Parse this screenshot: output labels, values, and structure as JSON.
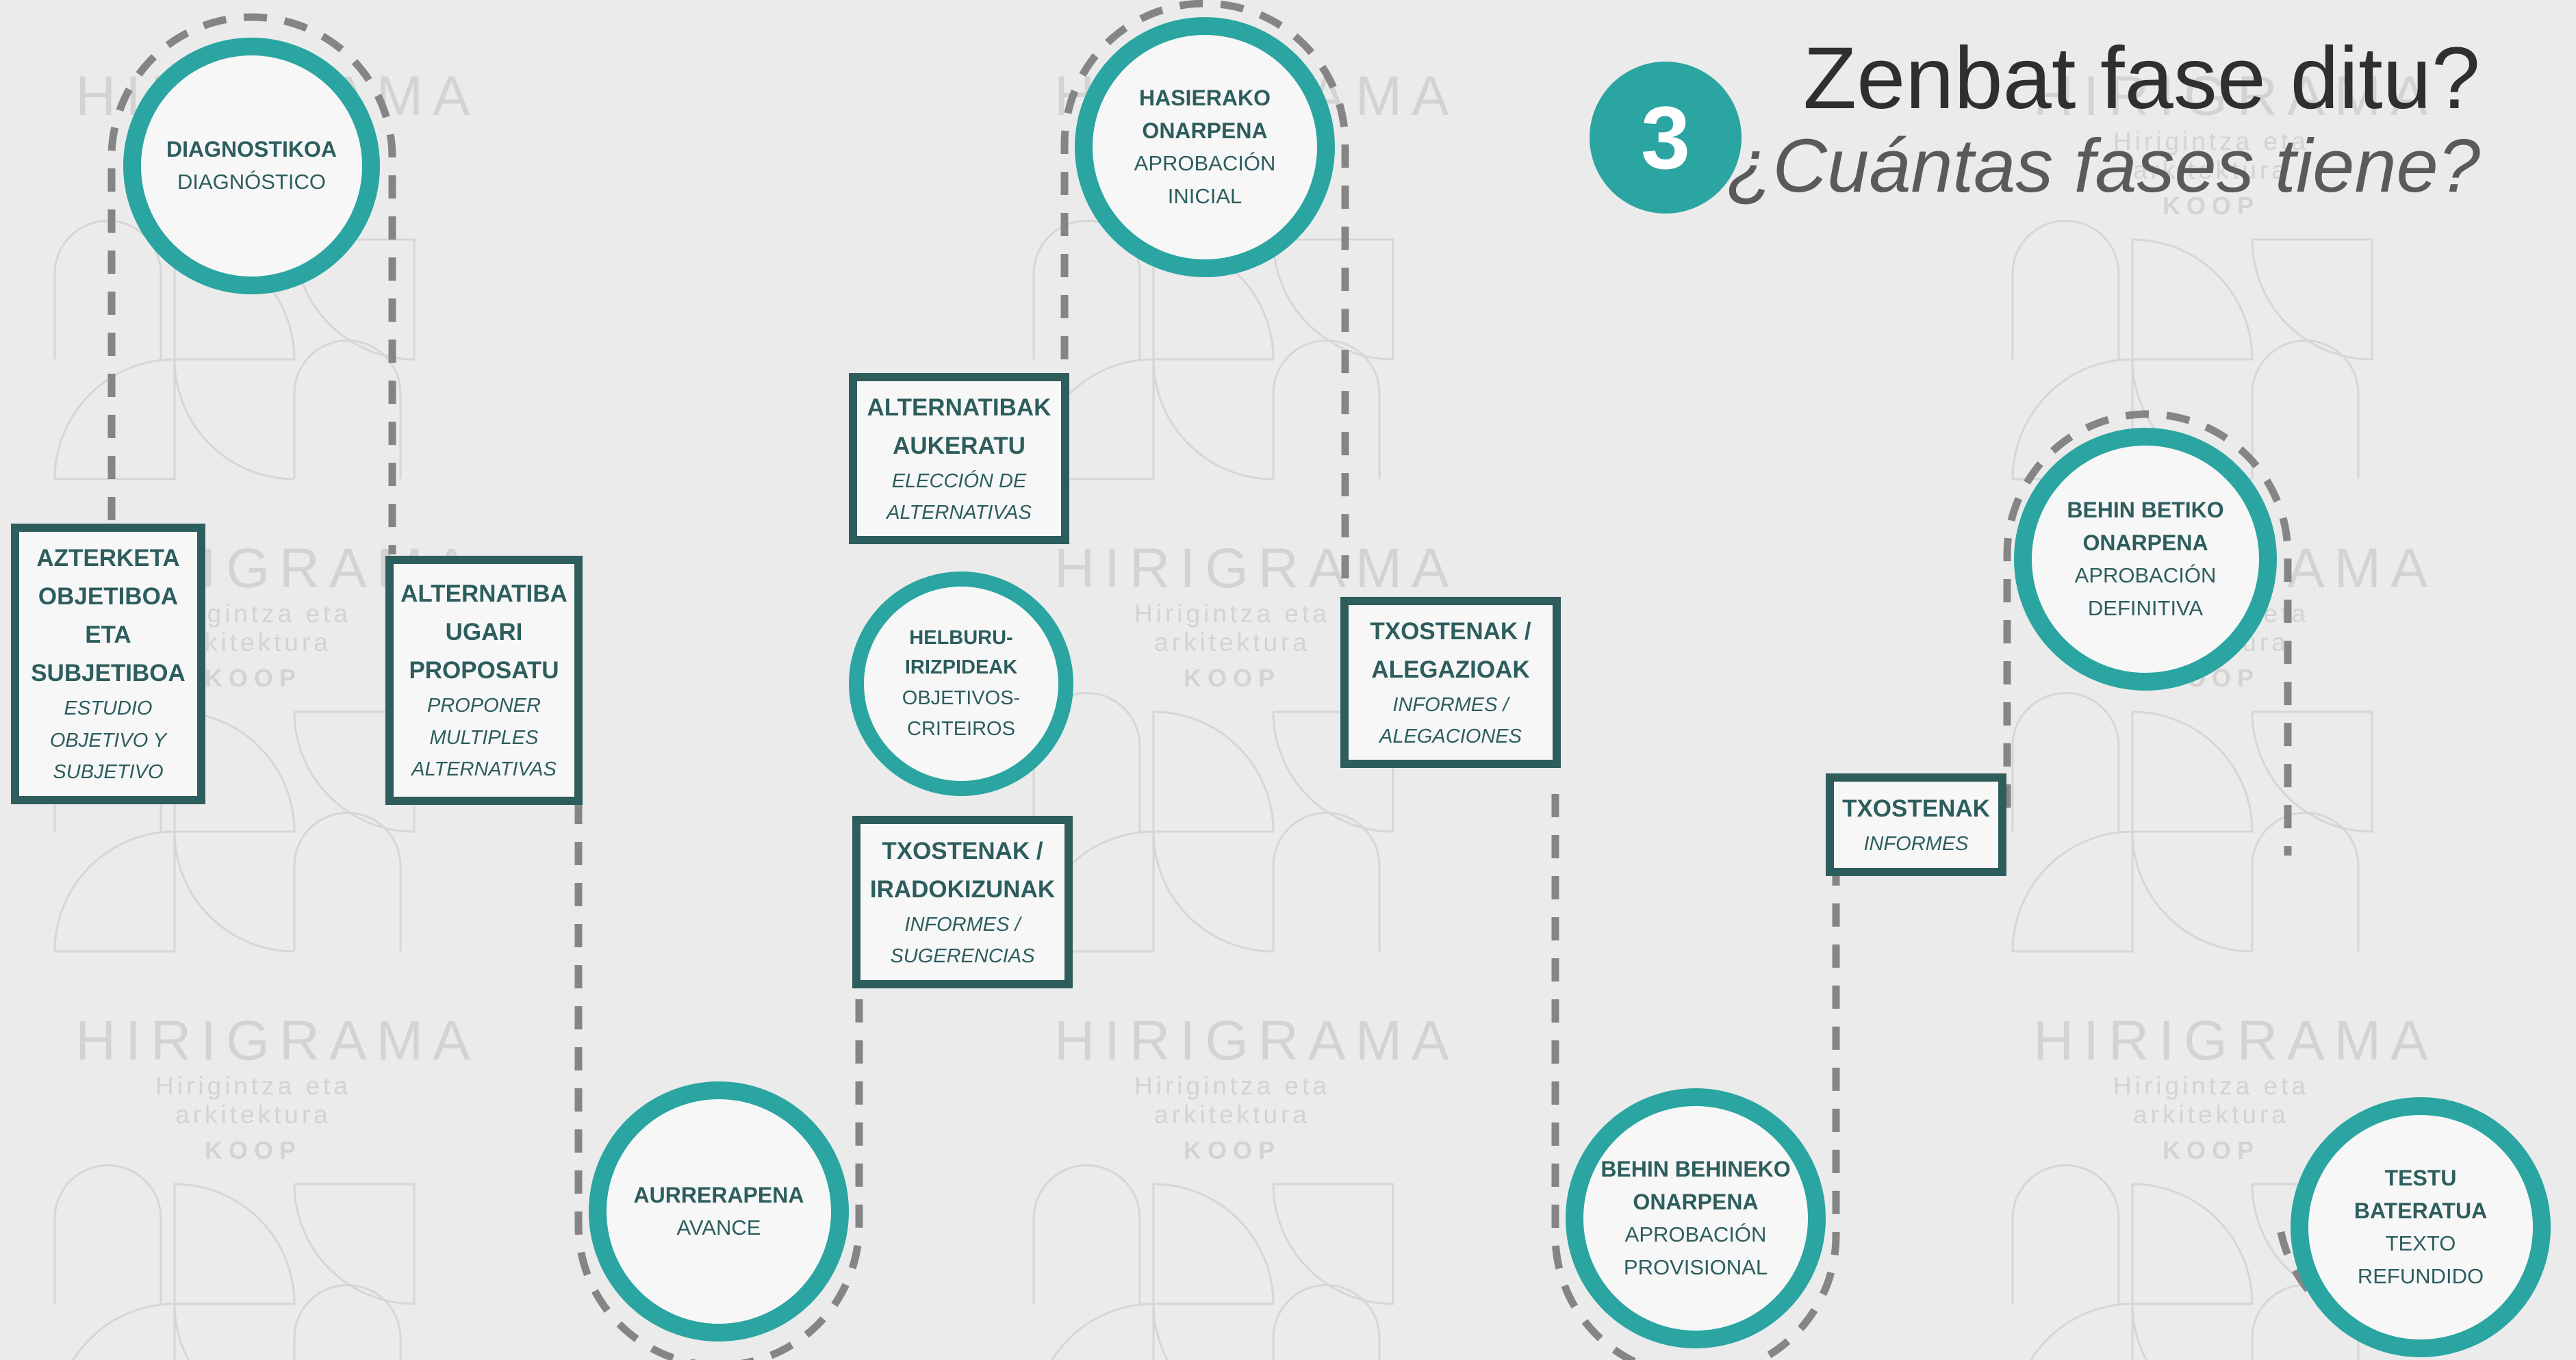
{
  "title": {
    "line_eu": "Zenbat fase ditu?",
    "line_es": "¿Cuántas fases tiene?"
  },
  "step_number": "3",
  "watermark": {
    "brand": "HIRIGRAMA",
    "tagline": "Hirigintza eta arkitektura",
    "koop": "KOOP"
  },
  "phases": {
    "diagnostikoa": {
      "eu": "DIAGNOSTIKOA",
      "es": "DIAGNÓSTICO"
    },
    "azterketa": {
      "eu": "AZTERKETA\nOBJETIBOA\nETA\nSUBJETIBOA",
      "es": "ESTUDIO\nOBJETIVO Y\nSUBJETIVO"
    },
    "alternatiba_ugari": {
      "eu": "ALTERNATIBA\nUGARI\nPROPOSATU",
      "es": "PROPONER\nMULTIPLES\nALTERNATIVAS"
    },
    "aurrerapena": {
      "eu": "AURRERAPENA",
      "es": "AVANCE"
    },
    "alternatibak_aukeratu": {
      "eu": "ALTERNATIBAK\nAUKERATU",
      "es": "ELECCIÓN DE\nALTERNATIVAS"
    },
    "helburu": {
      "eu": "HELBURU-\nIRIZPIDEAK",
      "es": "OBJETIVOS-\nCRITEIROS"
    },
    "txostenak_iradokizunak": {
      "eu": "TXOSTENAK /\nIRADOKIZUNAK",
      "es": "INFORMES /\nSUGERENCIAS"
    },
    "hasierako": {
      "eu": "HASIERAKO\nONARPENA",
      "es": "APROBACIÓN\nINICIAL"
    },
    "txostenak_alegazioak": {
      "eu": "TXOSTENAK /\nALEGAZIOAK",
      "es": "INFORMES /\nALEGACIONES"
    },
    "behin_behineko": {
      "eu": "BEHIN BEHINEKO\nONARPENA",
      "es": "APROBACIÓN\nPROVISIONAL"
    },
    "txostenak": {
      "eu": "TXOSTENAK",
      "es": "INFORMES"
    },
    "behin_betiko": {
      "eu": "BEHIN BETIKO\nONARPENA",
      "es": "APROBACIÓN\nDEFINITIVA"
    },
    "testu_bateratua": {
      "eu": "TESTU\nBATERATUA",
      "es": "TEXTO\nREFUNDIDO"
    }
  },
  "colors": {
    "teal": "#2aa5a1",
    "dark_teal": "#2d5d5d",
    "dash": "#858585",
    "background": "#ebebeb"
  }
}
